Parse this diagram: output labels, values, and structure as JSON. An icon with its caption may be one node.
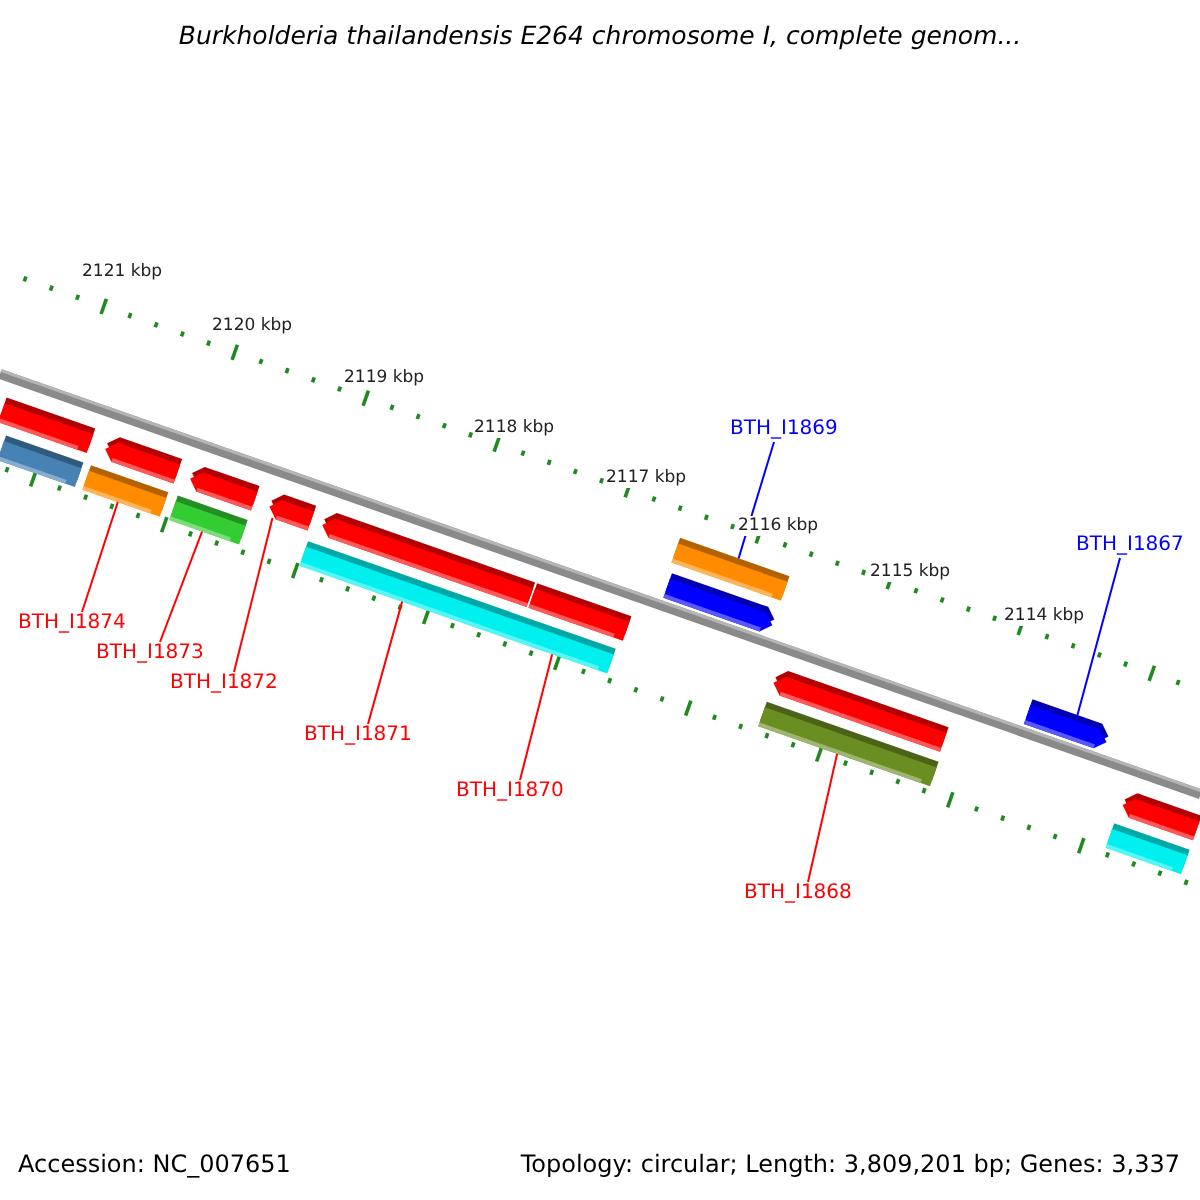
{
  "diagram": {
    "title": "Burkholderia thailandensis E264 chromosome I, complete genom...",
    "nodes": [
      {
        "text": [
          "BTH_I1869"
        ]
      },
      {
        "text": [
          "BTH_I1867"
        ]
      },
      {
        "text": [
          "BTH_I1874"
        ]
      },
      {
        "text": [
          "BTH_I1873"
        ]
      },
      {
        "text": [
          "BTH_I1872"
        ]
      },
      {
        "text": [
          "BTH_I1871"
        ]
      },
      {
        "text": [
          "BTH_I1870"
        ]
      },
      {
        "text": [
          "BTH_I1868"
        ]
      },
      {
        "text": [],
        "shape": "bar"
      },
      {
        "text": [],
        "shape": "bar"
      },
      {
        "text": [],
        "shape": "bar"
      },
      {
        "text": [],
        "shape": "bar"
      },
      {
        "text": [],
        "shape": "bar"
      },
      {
        "text": [],
        "shape": "bar"
      },
      {
        "text": [],
        "shape": "bar"
      },
      {
        "text": [],
        "shape": "bar"
      },
      {
        "text": [],
        "shape": "bar"
      },
      {
        "text": [],
        "shape": "bar"
      },
      {
        "text": [],
        "shape": "bar"
      },
      {
        "text": [],
        "shape": "bar"
      },
      {
        "text": [],
        "shape": "bar"
      },
      {
        "text": [],
        "shape": "bar"
      },
      {
        "text": [],
        "shape": "bar"
      },
      {
        "text": [],
        "shape": "bar"
      },
      {
        "text": [],
        "shape": "bar"
      }
    ],
    "edges": [
      {
        "from": 0,
        "to": 18,
        "arrow": "none",
        "color": "#0000ff"
      },
      {
        "from": 1,
        "to": 22,
        "arrow": "none",
        "color": "#0000ff"
      },
      {
        "from": 2,
        "to": 10,
        "arrow": "none"
      },
      {
        "from": 3,
        "to": 12,
        "arrow": "none"
      },
      {
        "from": 4,
        "to": 14,
        "arrow": "none"
      },
      {
        "from": 5,
        "to": 15,
        "arrow": "none"
      },
      {
        "from": 6,
        "to": 15,
        "arrow": "none"
      },
      {
        "from": 7,
        "to": 21,
        "arrow": "none"
      }
    ],
    "labels": [
      "2121 kbp",
      "2120 kbp",
      "2119 kbp",
      "2118 kbp",
      "2117 kbp",
      "2116 kbp",
      "2115 kbp",
      "2114 kbp",
      "Accession: NC_007651",
      "Topology: circular; Length: 3,809,201 bp; Genes: 3,337"
    ]
  }
}
